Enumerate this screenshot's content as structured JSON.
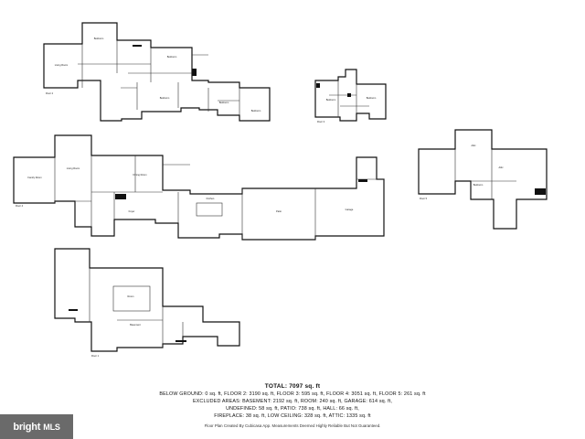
{
  "summary": {
    "total": "TOTAL: 7097 sq. ft",
    "line1": "BELOW GROUND: 0 sq. ft, FLOOR 2: 3190 sq. ft, FLOOR 3: 595 sq. ft, FLOOR 4: 3051 sq. ft, FLOOR 5: 261 sq. ft",
    "line2": "EXCLUDED AREAS: BASEMENT: 2192 sq. ft, ROOM: 240 sq. ft, GARAGE: 614 sq. ft,",
    "line3": "UNDEFINED: 58 sq. ft, PATIO: 738 sq. ft, HALL: 66 sq. ft,",
    "line4": "FIREPLACE: 38 sq. ft, LOW CEILING: 328 sq. ft, ATTIC: 1335 sq. ft",
    "credit": "Floor Plan Created By Cubicasa App. Measurements Deemed Highly Reliable But Not Guaranteed."
  },
  "watermark": {
    "text": "bright",
    "suffix": "MLS"
  }
}
